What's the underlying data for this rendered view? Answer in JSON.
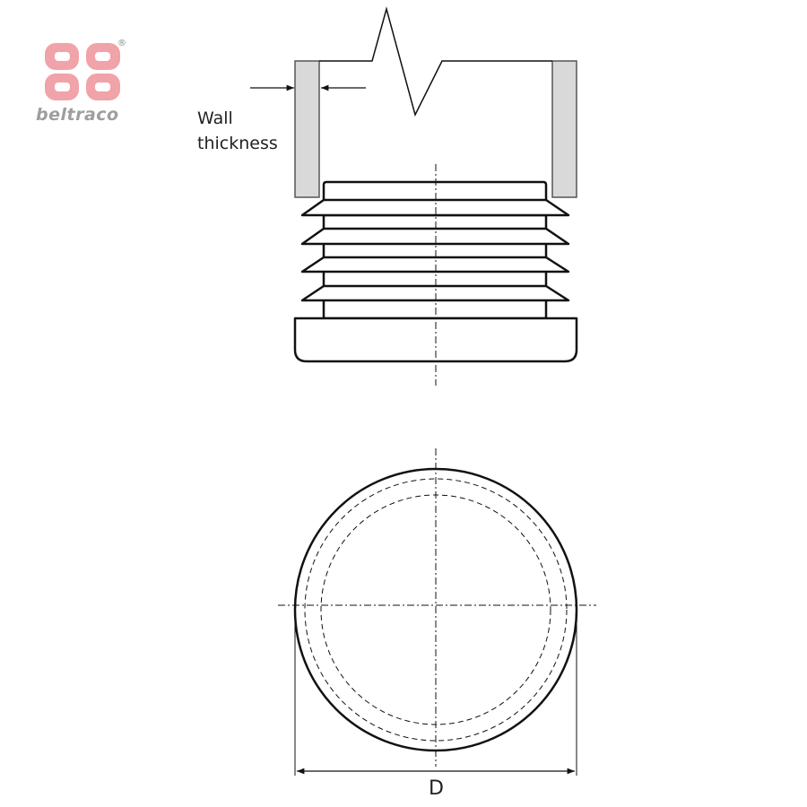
{
  "logo": {
    "name": "beltraco",
    "registered_mark": "®",
    "color": "#f0a3a8"
  },
  "labels": {
    "wall_line1": "Wall",
    "wall_line2": "thickness",
    "diameter": "D"
  },
  "colors": {
    "wall": "#d9d9d9",
    "line": "#111111"
  }
}
